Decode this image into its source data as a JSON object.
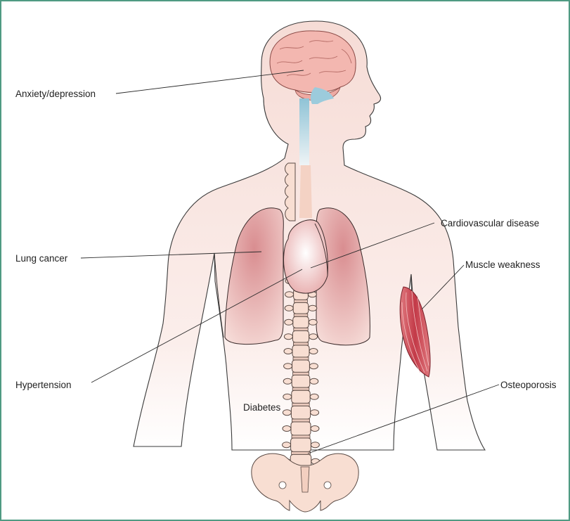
{
  "labels": {
    "anxiety": "Anxiety/depression",
    "lung_cancer": "Lung cancer",
    "hypertension": "Hypertension",
    "diabetes": "Diabetes",
    "cardiovascular": "Cardiovascular disease",
    "muscle_weakness": "Muscle weakness",
    "osteoporosis": "Osteoporosis"
  },
  "colors": {
    "frame": "#4f9a83",
    "skin": "#f7e3df",
    "brain": "#f1b3ad",
    "lungs": "#e3a2a2",
    "heart": "#f3d6d3",
    "muscle": "#c83e4c",
    "bone": "#f8ded2",
    "spinal_cord": "#9ccbdc"
  }
}
